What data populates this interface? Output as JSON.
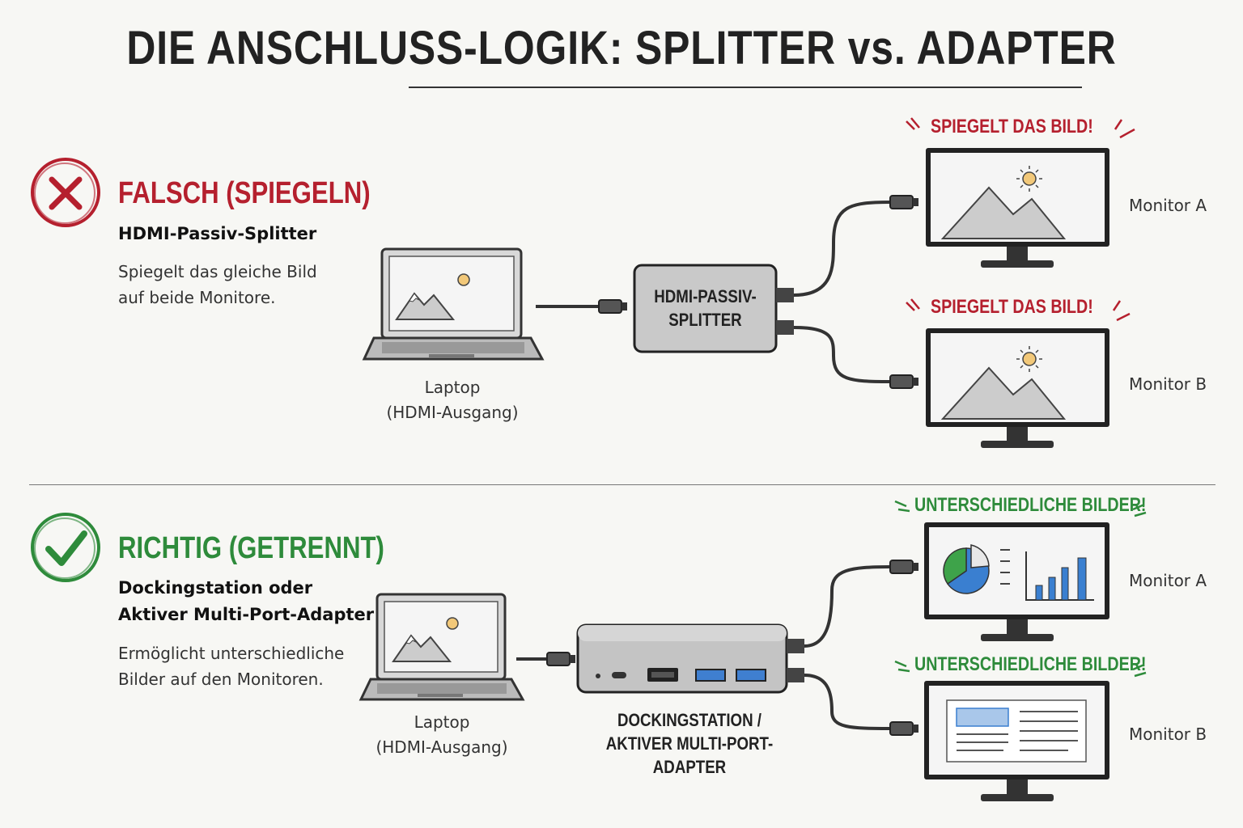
{
  "title": "DIE ANSCHLUSS-LOGIK: SPLITTER vs. ADAPTER",
  "wrong": {
    "verdict": "FALSCH (SPIEGELN)",
    "device_name": "HDMI-Passiv-Splitter",
    "description_line1": "Spiegelt das gleiche Bild",
    "description_line2": "auf beide Monitore.",
    "laptop_label_line1": "Laptop",
    "laptop_label_line2": "(HDMI-Ausgang)",
    "splitter_label_line1": "HDMI-PASSIV-",
    "splitter_label_line2": "SPLITTER",
    "callout": "SPIEGELT DAS BILD!",
    "monitor_a": "Monitor A",
    "monitor_b": "Monitor B",
    "accent_color": "#b5202e"
  },
  "right": {
    "verdict": "RICHTIG (GETRENNT)",
    "device_name_line1": "Dockingstation oder",
    "device_name_line2": "Aktiver Multi-Port-Adapter",
    "description_line1": "Ermöglicht unterschiedliche",
    "description_line2": "Bilder auf den Monitoren.",
    "laptop_label_line1": "Laptop",
    "laptop_label_line2": "(HDMI-Ausgang)",
    "dock_label_line1": "DOCKINGSTATION /",
    "dock_label_line2": "AKTIVER MULTI-PORT-ADAPTER",
    "callout": "UNTERSCHIEDLICHE BILDER!",
    "monitor_a": "Monitor A",
    "monitor_b": "Monitor B",
    "accent_color": "#2e8b3b"
  },
  "icons": {
    "wrong": "x-circle-icon",
    "right": "check-circle-icon",
    "laptop": "laptop-icon",
    "monitor": "monitor-icon",
    "splitter": "hdmi-splitter-icon",
    "dock": "docking-station-icon"
  }
}
